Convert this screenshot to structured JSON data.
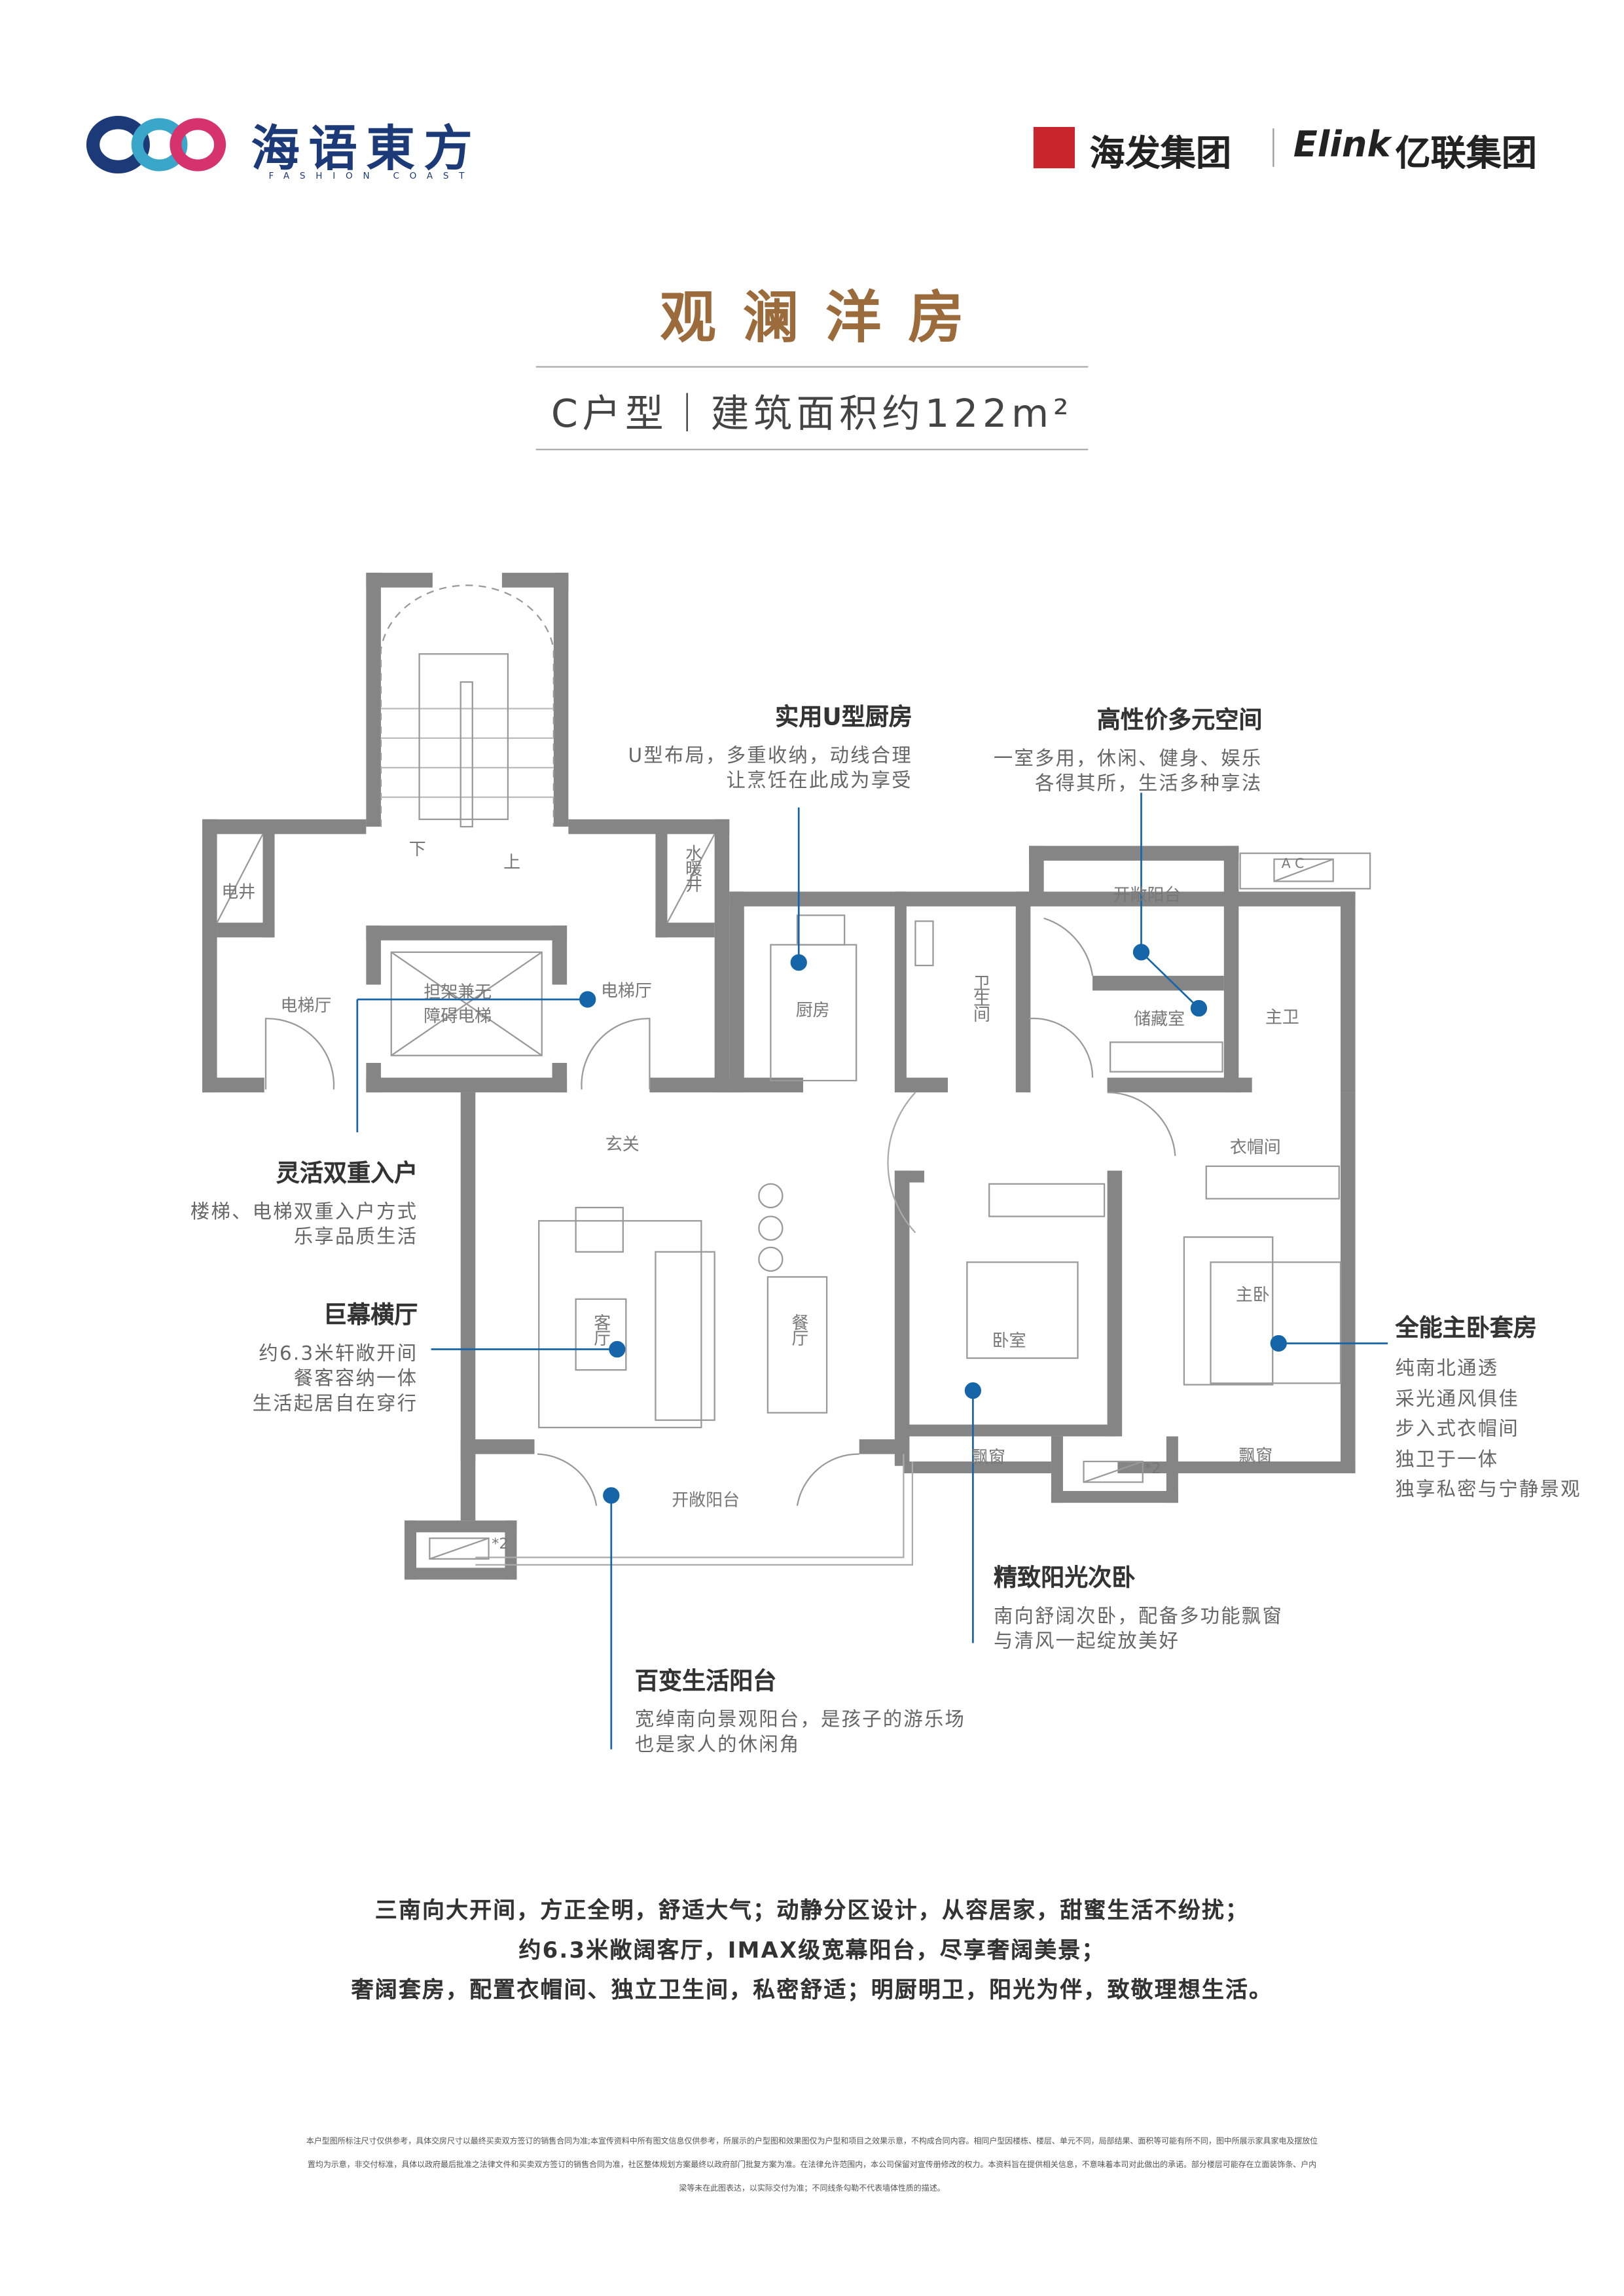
{
  "header": {
    "project_logo_cn": "海语東方",
    "project_logo_en": "FASHION COAST",
    "developer_1": "海发集团",
    "developer_2_en": "Elink",
    "developer_2_cn": "亿联集团"
  },
  "title": "观澜洋房",
  "subtitle": "C户型｜建筑面积约122m²",
  "colors": {
    "accent": "#1565a8",
    "title": "#9b6b3b",
    "wall": "#858585"
  },
  "callouts": [
    {
      "heading": "实用U型厨房",
      "desc": [
        "U型布局，多重收纳，动线合理",
        "让烹饪在此成为享受"
      ]
    },
    {
      "heading": "高性价多元空间",
      "desc": [
        "一室多用，休闲、健身、娱乐",
        "各得其所，生活多种享法"
      ]
    },
    {
      "heading": "灵活双重入户",
      "desc": [
        "楼梯、电梯双重入户方式",
        "乐享品质生活"
      ]
    },
    {
      "heading": "巨幕横厅",
      "desc": [
        "约6.3米轩敞开间",
        "餐客容纳一体",
        "生活起居自在穿行"
      ]
    },
    {
      "heading": "全能主卧套房",
      "desc": [
        "纯南北通透",
        "采光通风俱佳",
        "步入式衣帽间",
        "独卫于一体",
        "独享私密与宁静景观"
      ]
    },
    {
      "heading": "精致阳光次卧",
      "desc": [
        "南向舒阔次卧，配备多功能飘窗",
        "与清风一起绽放美好"
      ]
    },
    {
      "heading": "百变生活阳台",
      "desc": [
        "宽绰南向景观阳台，是孩子的游乐场",
        "也是家人的休闲角"
      ]
    }
  ],
  "rooms": {
    "elec_well": "电井",
    "water_well": "水暖井",
    "down": "下",
    "up": "上",
    "lobby_left": "电梯厅",
    "lobby_right": "电梯厅",
    "elevator": [
      "担架兼无",
      "障碍电梯"
    ],
    "kitchen": "厨房",
    "bath": "卫生间",
    "balcony_north": "开敞阳台",
    "storage": "储藏室",
    "master_bath": "主卫",
    "foyer": "玄关",
    "closet": "衣帽间",
    "living": "客厅",
    "dining": "餐厅",
    "bedroom": "卧室",
    "master": "主卧",
    "bay_1": "飘窗",
    "bay_2": "飘窗",
    "balcony_south": "开敞阳台",
    "ac": "A C",
    "ac_x2": "*2"
  },
  "summary": [
    "三南向大开间，方正全明，舒适大气；动静分区设计，从容居家，甜蜜生活不纷扰；",
    "约6.3米敞阔客厅，IMAX级宽幕阳台，尽享奢阔美景；",
    "奢阔套房，配置衣帽间、独立卫生间，私密舒适；明厨明卫，阳光为伴，致敬理想生活。"
  ],
  "disclaimer": [
    "本户型图所标注尺寸仅供参考，具体交房尺寸以最终买卖双方签订的销售合同为准;本宣传资料中所有图文信息仅供参考，所展示的户型图和效果图仅为户型和项目之效果示意，不构成合同内容。相同户型因楼栋、楼层、单元不同，局部结果、面积等可能有所不同，图中所展示家具家电及摆放位",
    "置均为示意，非交付标准，具体以政府最后批准之法律文件和买卖双方签订的销售合同为准，社区整体规划方案最终以政府部门批复方案为准。在法律允许范围内，本公司保留对宣传册修改的权力。本资料旨在提供相关信息，不意味着本司对此做出的承诺。部分楼层可能存在立面装饰条、户内",
    "梁等未在此图表达，以实际交付为准；不同线条勾勒不代表墙体性质的描述。"
  ]
}
